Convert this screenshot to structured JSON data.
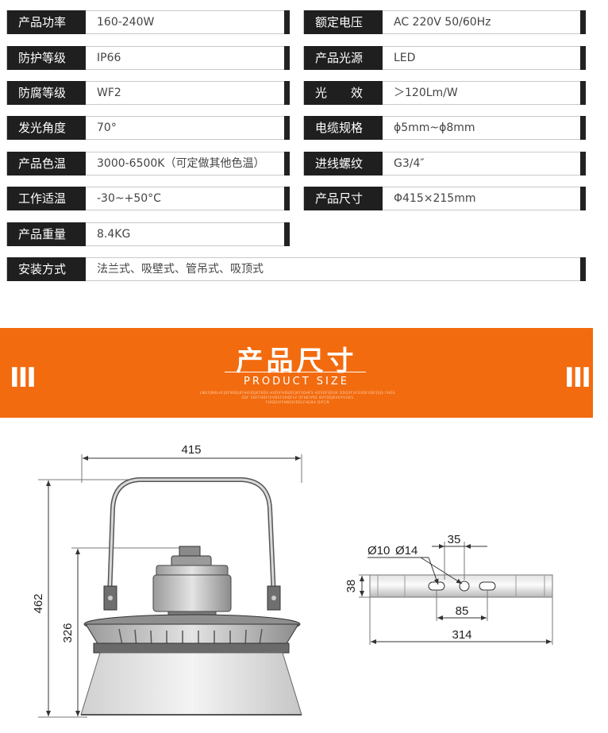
{
  "specs": [
    {
      "label": "产品功率",
      "value": "160-240W"
    },
    {
      "label": "额定电压",
      "value": "AC 220V 50/60Hz"
    },
    {
      "label": "防护等级",
      "value": "IP66"
    },
    {
      "label": "产品光源",
      "value": "LED"
    },
    {
      "label": "防腐等级",
      "value": "WF2"
    },
    {
      "label": "光　　效",
      "value": "＞120Lm/W"
    },
    {
      "label": "发光角度",
      "value": "70°"
    },
    {
      "label": "电缆规格",
      "value": "ϕ5mm~ϕ8mm"
    },
    {
      "label": "产品色温",
      "value": "3000-6500K（可定做其他色温）"
    },
    {
      "label": "进线螺纹",
      "value": "G3/4″"
    },
    {
      "label": "工作适温",
      "value": "-30~+50°C"
    },
    {
      "label": "产品尺寸",
      "value": "Φ415×215mm"
    },
    {
      "label": "产品重量",
      "value": "8.4KG"
    },
    {
      "label": "安装方式",
      "value": "法兰式、吸壁式、管吊式、吸顶式"
    }
  ],
  "banner": {
    "title": "产品尺寸",
    "subtitle": "PRODUCT SIZE",
    "fine_lines": [
      "LNGFJNKLAFJDFNSDJKFHASDJKFBDS HUDIFHDSDFJKFSDHFS ADSDFSDGK DDGSFUFGSDFGDFJSJS FHGS",
      "SDF SDFFHDFUIVNSFUHDFLV DFHEIVRE BVFSDJKVGYUGKS",
      "FHSDUVFHNSUIDSLFHGBA DIFCN"
    ],
    "left_mark": "III",
    "right_mark": "III"
  },
  "drawing": {
    "dims": {
      "width": "415",
      "height_total": "462",
      "height_body": "326",
      "hole_d1": "Ø10",
      "hole_d2": "Ø14",
      "spacing": "35",
      "bracket_h": "38",
      "hole_span": "85",
      "bracket_len": "314"
    }
  }
}
